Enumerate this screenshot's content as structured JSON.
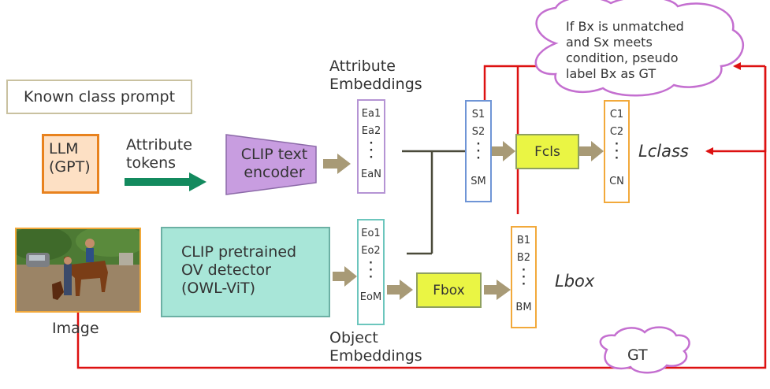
{
  "known_prompt": "Known class prompt",
  "llm": {
    "line1": "LLM",
    "line2": "(GPT)"
  },
  "attr_tokens": {
    "line1": "Attribute",
    "line2": "tokens"
  },
  "clip_text": {
    "line1": "CLIP text",
    "line2": "encoder"
  },
  "attr_emb_label": {
    "line1": "Attribute",
    "line2": "Embeddings"
  },
  "attr_vec": {
    "first": "Ea1",
    "second": "Ea2",
    "dots": "·\n·\n·",
    "last": "EaN"
  },
  "sim_vec": {
    "first": "S1",
    "second": "S2",
    "dots": "·\n·\n·",
    "last": "SM"
  },
  "fcls": "Fcls",
  "class_vec": {
    "first": "C1",
    "second": "C2",
    "dots": "·\n·\n·",
    "last": "CN"
  },
  "lclass": "Lclass",
  "cloud_text": {
    "line1": "If Bx is unmatched",
    "line2": "and Sx meets",
    "line3": "condition, pseudo",
    "line4": "label Bx as GT"
  },
  "image_label": "Image",
  "ov_detector": {
    "line1": "CLIP pretrained",
    "line2": "OV detector",
    "line3": "(OWL-ViT)"
  },
  "obj_vec": {
    "first": "Eo1",
    "second": "Eo2",
    "dots": "·\n·\n·",
    "last": "EoM"
  },
  "obj_emb_label": {
    "line1": "Object",
    "line2": "Embeddings"
  },
  "fbox": "Fbox",
  "box_vec": {
    "first": "B1",
    "second": "B2",
    "dots": "·\n·\n·",
    "last": "BM"
  },
  "lbox": "Lbox",
  "gt": "GT",
  "colors": {
    "llm_border": "#e8821e",
    "llm_fill": "#fde0c4",
    "arrow_green": "#138a5e",
    "clip_text_fill": "#c89de0",
    "attr_border": "#b594d4",
    "sim_border": "#6f95d6",
    "f_fill": "#eaf544",
    "class_border": "#f2a93b",
    "ov_fill": "#a8e6d8",
    "obj_border": "#6cc6bd",
    "red": "#dd1111",
    "cloud_border": "#c46fd0",
    "block_arrow": "#a89a76"
  }
}
